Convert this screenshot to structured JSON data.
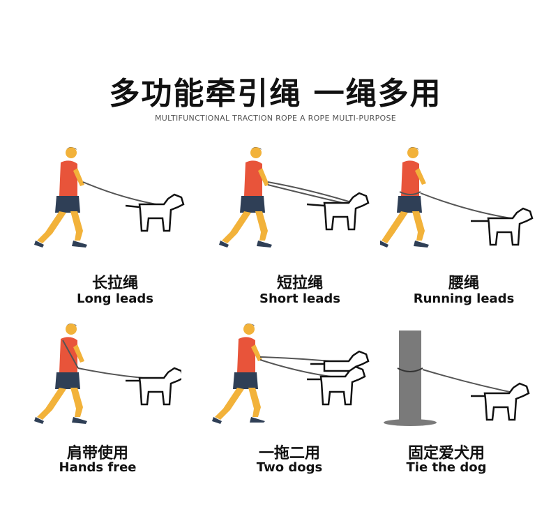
{
  "header": {
    "title": "多功能牵引绳 一绳多用",
    "subtitle": "MULTIFUNCTIONAL TRACTION ROPE A ROPE MULTI-PURPOSE"
  },
  "panels": [
    {
      "cn": "长拉绳",
      "en": "Long leads"
    },
    {
      "cn": "短拉绳",
      "en": "Short leads"
    },
    {
      "cn": "腰绳",
      "en": "Running leads"
    },
    {
      "cn": "肩带使用",
      "en": "Hands free"
    },
    {
      "cn": "一拖二用",
      "en": "Two dogs"
    },
    {
      "cn": "固定爱犬用",
      "en": "Tie the dog"
    }
  ],
  "colors": {
    "shirt": "#e8543a",
    "shorts": "#2f3f56",
    "skin": "#f2b23a",
    "hair": "#2a2a2a",
    "rope": "#555555",
    "post": "#7a7a7a"
  }
}
